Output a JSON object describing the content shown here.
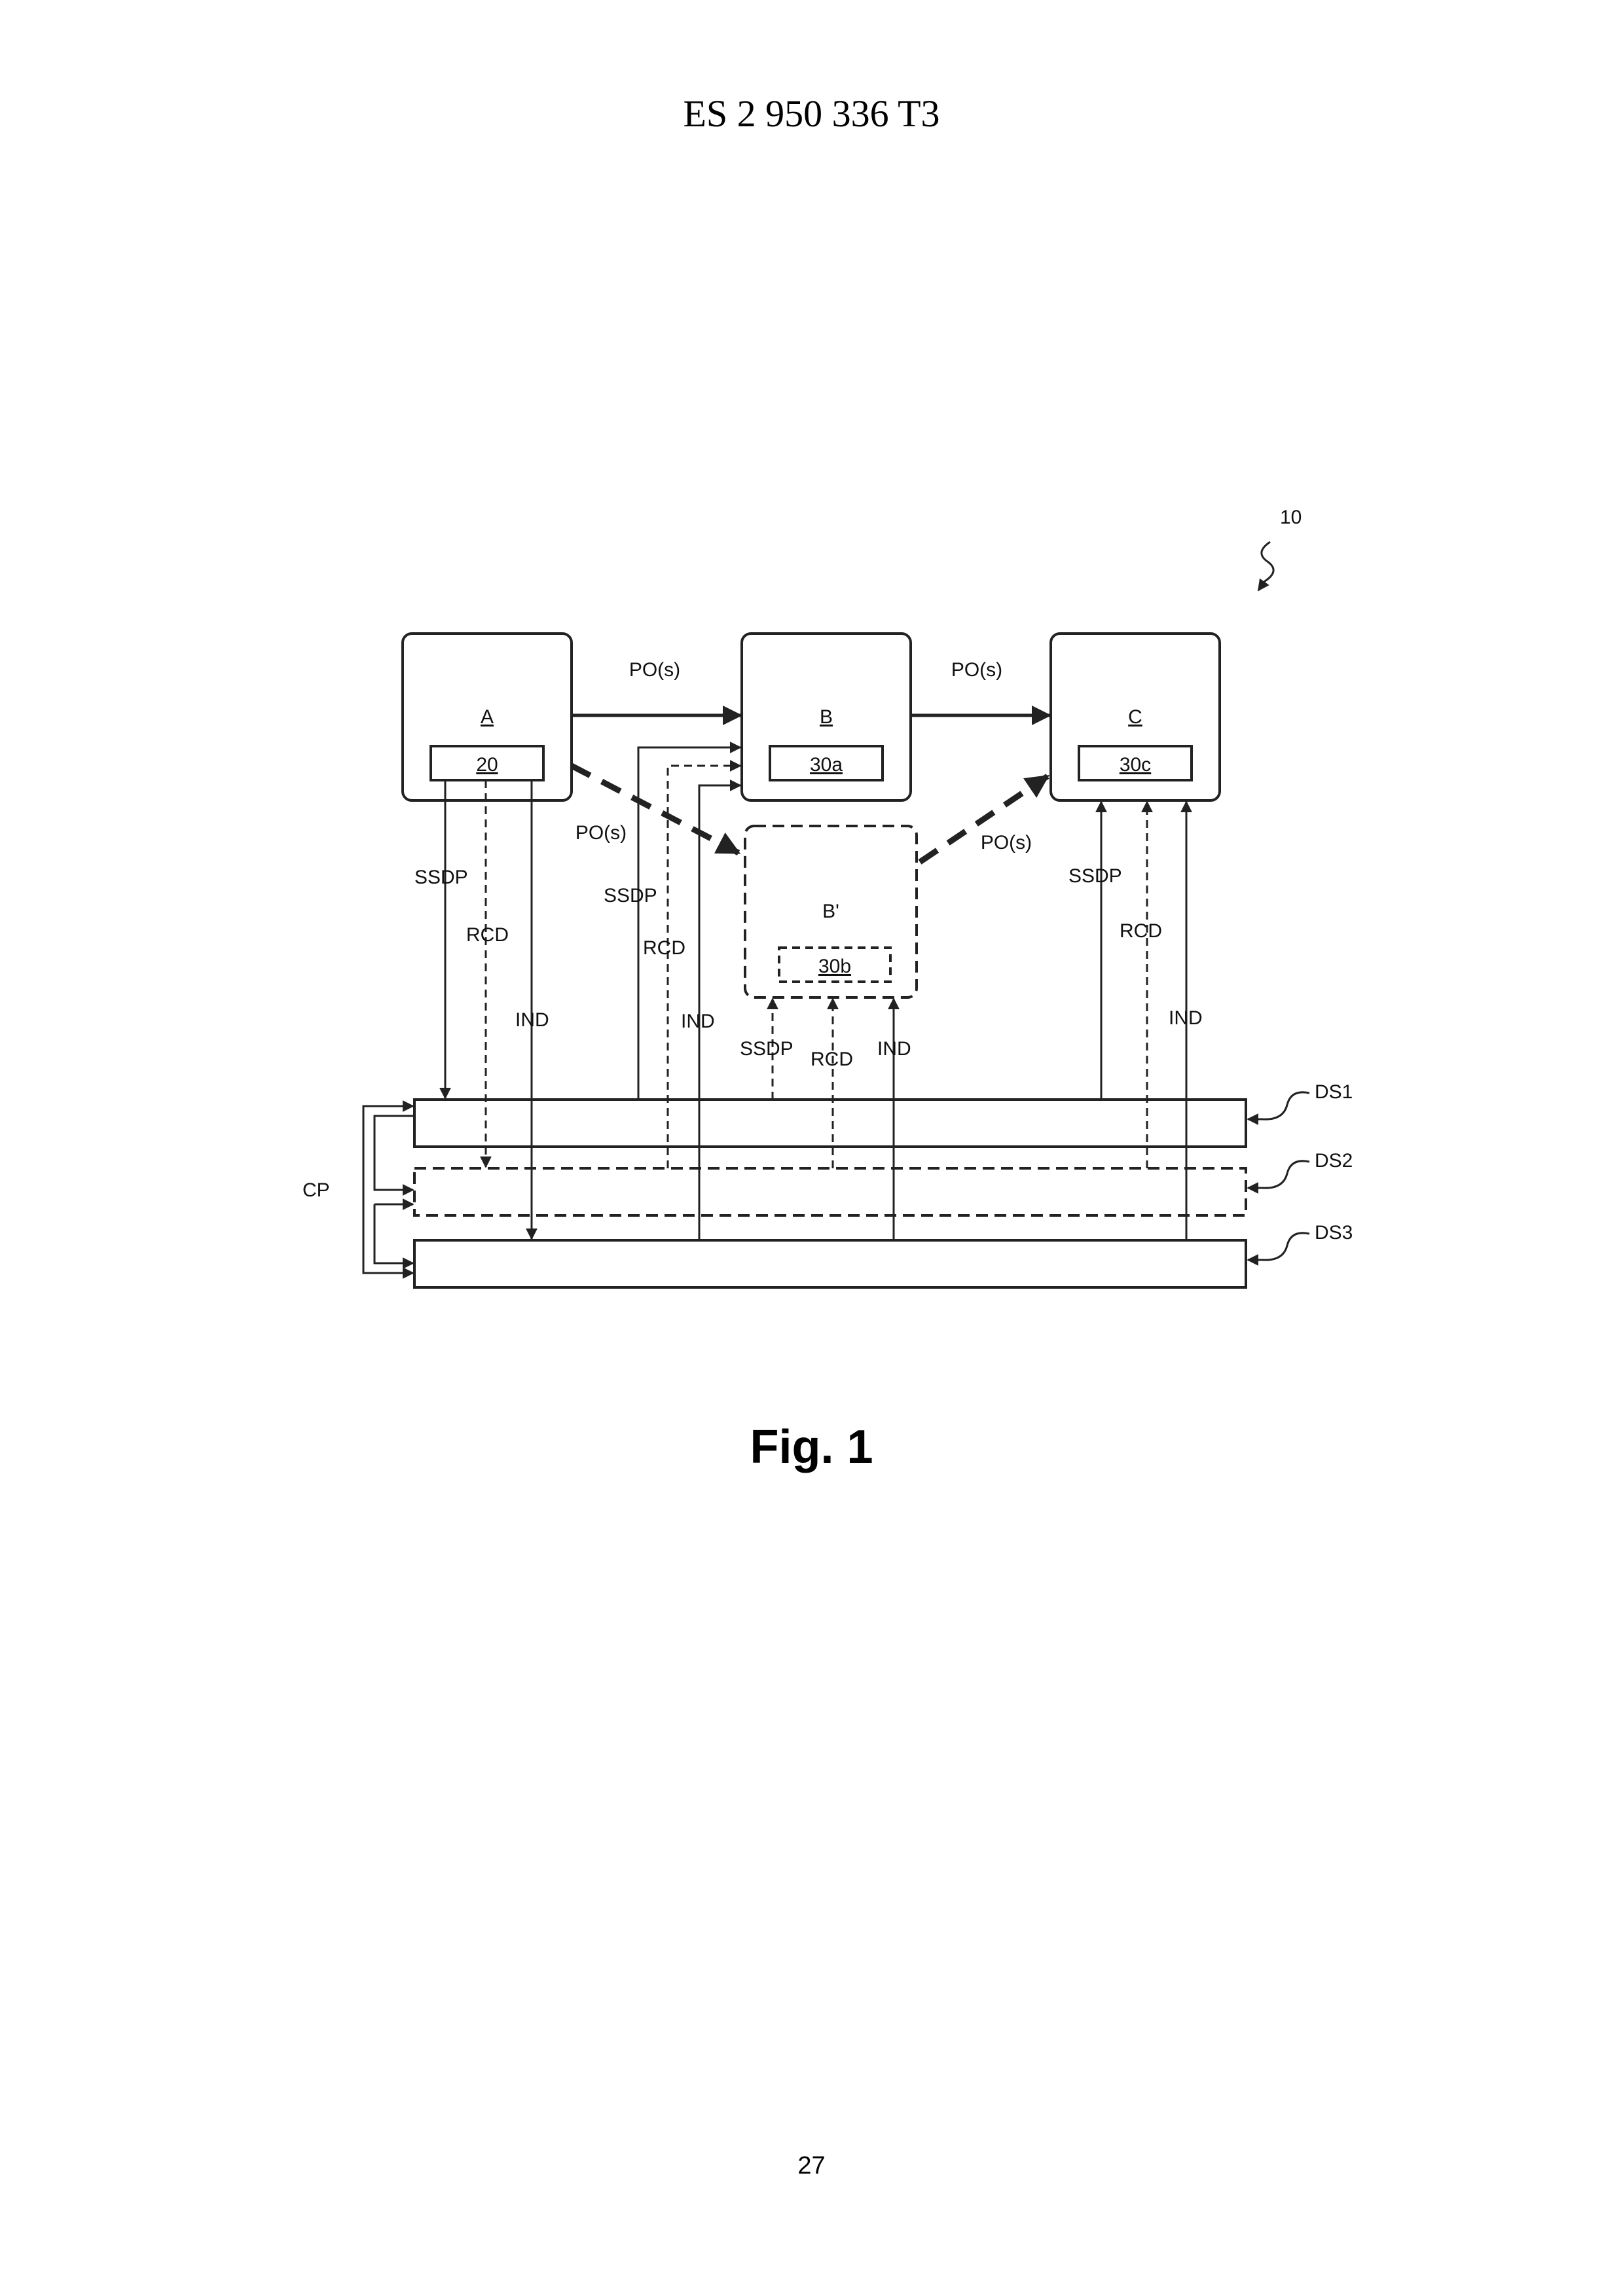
{
  "header": {
    "text": "ES 2 950 336 T3"
  },
  "figure": {
    "reference_numeral": "10",
    "nodes": {
      "A": {
        "label": "A",
        "module": "20"
      },
      "B": {
        "label": "B",
        "module": "30a"
      },
      "C": {
        "label": "C",
        "module": "30c"
      },
      "B_prime": {
        "label": "B'",
        "module": "30b"
      }
    },
    "arrows": {
      "po_ab": "PO(s)",
      "po_bc": "PO(s)",
      "po_ab_prime": "PO(s)",
      "po_b_prime_c": "PO(s)"
    },
    "signals": {
      "a_ssdp": "SSDP",
      "a_rcd": "RCD",
      "a_ind": "IND",
      "b_ssdp": "SSDP",
      "b_rcd": "RCD",
      "b_ind": "IND",
      "bp_ssdp": "SSDP",
      "bp_rcd": "RCD",
      "bp_ind": "IND",
      "c_ssdp": "SSDP",
      "c_rcd": "RCD",
      "c_ind": "IND"
    },
    "stores": {
      "ds1": "DS1",
      "ds2": "DS2",
      "ds3": "DS3"
    },
    "cp": "CP",
    "caption": "Fig. 1"
  },
  "page_number": "27"
}
